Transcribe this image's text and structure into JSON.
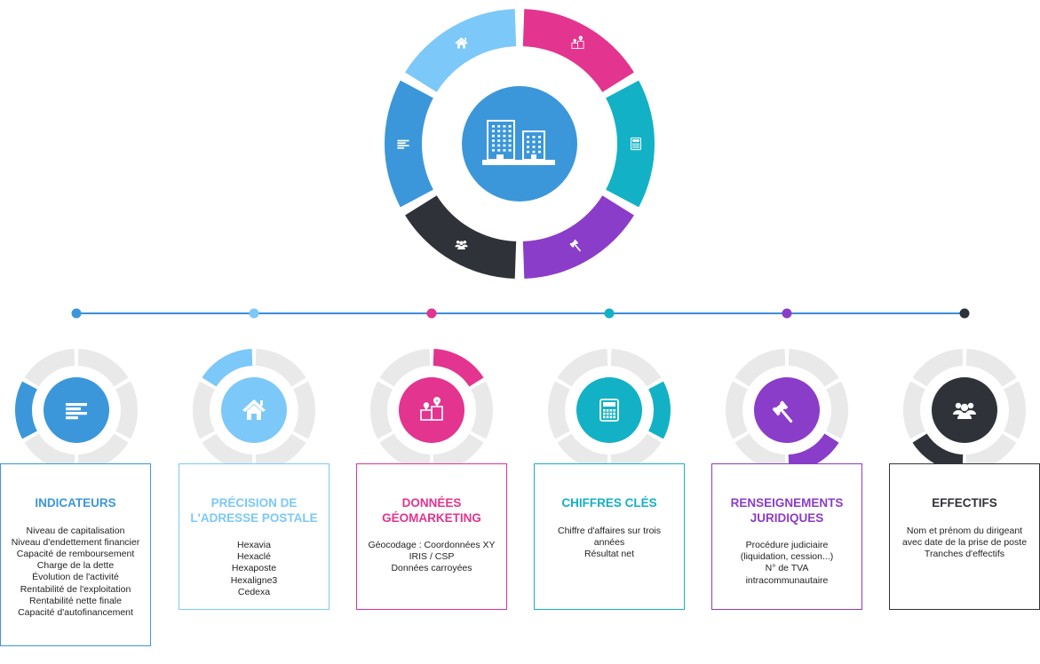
{
  "colors": {
    "blue": "#3b97da",
    "light_blue": "#7cc8f8",
    "magenta": "#e3348f",
    "teal": "#13b1c5",
    "purple": "#8a3dc8",
    "dark": "#2f3238",
    "grey_track": "#e9e9ea",
    "line": "#3a8fd8"
  },
  "top_wheel": {
    "center_icon": "office-buildings-icon",
    "segments": [
      {
        "name": "indicateurs",
        "color": "#3b97da",
        "icon": "list-bars-icon"
      },
      {
        "name": "adresse",
        "color": "#7cc8f8",
        "icon": "house-icon"
      },
      {
        "name": "geomarketing",
        "color": "#e3348f",
        "icon": "map-pin-boxes-icon"
      },
      {
        "name": "chiffres",
        "color": "#13b1c5",
        "icon": "calculator-icon"
      },
      {
        "name": "juridiques",
        "color": "#8a3dc8",
        "icon": "gavel-icon"
      },
      {
        "name": "effectifs",
        "color": "#2f3238",
        "icon": "team-icon"
      }
    ]
  },
  "timeline_dots": [
    "#3b97da",
    "#7cc8f8",
    "#e3348f",
    "#13b1c5",
    "#8a3dc8",
    "#2f3238"
  ],
  "cards": [
    {
      "key": "indicateurs",
      "title": "INDICATEURS",
      "color": "#3b97da",
      "icon": "list-bars-icon",
      "items": [
        "Niveau de capitalisation",
        "Niveau d'endettement financier",
        "Capacité de remboursement",
        "Charge de la dette",
        "Évolution de l'activité",
        "Rentabilité de l'exploitation",
        "Rentabilité nette finale",
        "Capacité d'autofinancement"
      ]
    },
    {
      "key": "adresse",
      "title": "PRÉCISION DE L'ADRESSE POSTALE",
      "color": "#7cc8f8",
      "icon": "house-icon",
      "items": [
        "Hexavia",
        "Hexaclé",
        "Hexaposte",
        "Hexaligne3",
        "Cedexa"
      ]
    },
    {
      "key": "geomarketing",
      "title": "DONNÉES GÉOMARKETING",
      "color": "#e3348f",
      "icon": "map-pin-boxes-icon",
      "items": [
        "Géocodage : Coordonnées XY",
        "IRIS / CSP",
        "Données carroyées"
      ]
    },
    {
      "key": "chiffres",
      "title": "CHIFFRES CLÉS",
      "color": "#13b1c5",
      "icon": "calculator-icon",
      "items": [
        "Chiffre d'affaires sur trois",
        "années",
        "Résultat net"
      ]
    },
    {
      "key": "juridiques",
      "title": "RENSEIGNEMENTS JURIDIQUES",
      "color": "#8a3dc8",
      "icon": "gavel-icon",
      "items": [
        "Procédure judiciaire",
        "(liquidation, cession...)",
        "N° de TVA",
        "intracommunautaire"
      ]
    },
    {
      "key": "effectifs",
      "title": "EFFECTIFS",
      "color": "#2f3238",
      "icon": "team-icon",
      "items": [
        "Nom et prénom du dirigeant",
        "avec date de la prise de poste",
        "Tranches d'effectifs"
      ]
    }
  ]
}
